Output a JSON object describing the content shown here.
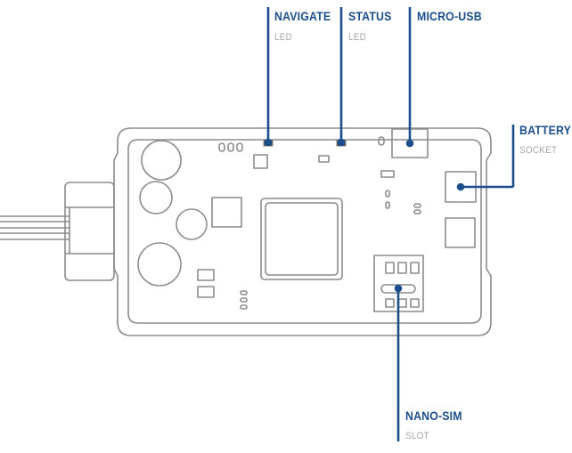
{
  "accent_color": "#1a4e8c",
  "outline_color": "#8c8c8c",
  "callouts": {
    "navigate": {
      "title": "NAVIGATE",
      "subtitle": "LED"
    },
    "status": {
      "title": "STATUS",
      "subtitle": "LED"
    },
    "micro_usb": {
      "title": "MICRO-USB",
      "subtitle": ""
    },
    "battery": {
      "title": "BATTERY",
      "subtitle": "SOCKET"
    },
    "nano_sim": {
      "title": "NANO-SIM",
      "subtitle": "SLOT"
    }
  }
}
